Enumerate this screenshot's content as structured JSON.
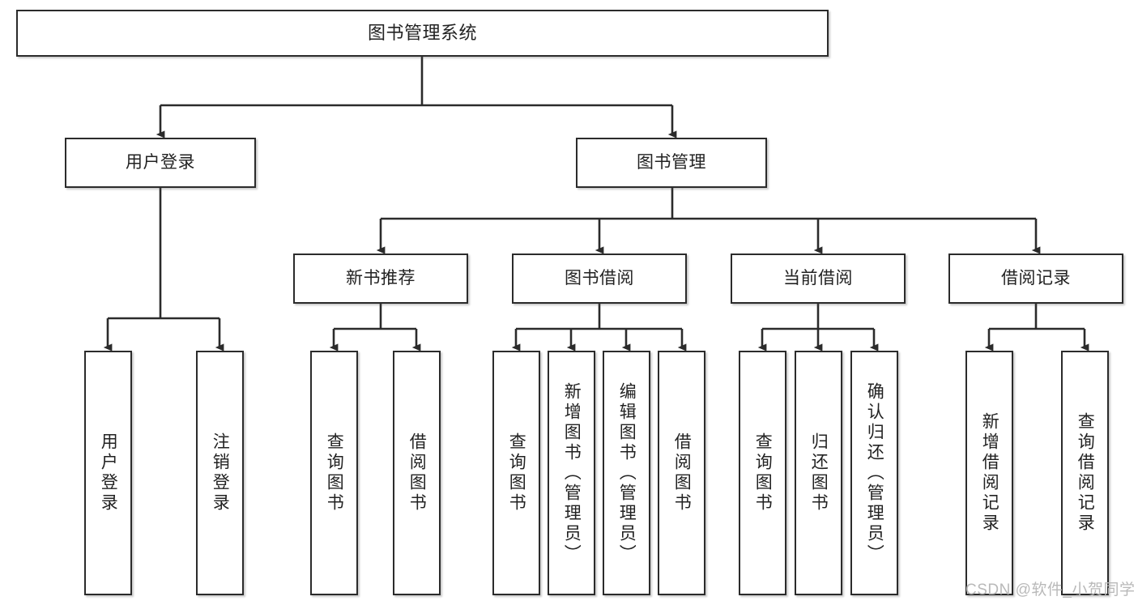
{
  "diagram": {
    "type": "hierarchy-tree",
    "title": "图书管理系统",
    "watermark": "CSDN @软件_小贺同学",
    "colors": {
      "stroke": "#2b2b2b",
      "fill": "#ffffff",
      "text": "#222222",
      "watermark": "#b9b9b9"
    },
    "nodes": {
      "root": {
        "label": "图书管理系统"
      },
      "level2": [
        {
          "id": "user-login",
          "label": "用户登录"
        },
        {
          "id": "book-manage",
          "label": "图书管理"
        }
      ],
      "level3": [
        {
          "id": "new-book-recommend",
          "label": "新书推荐"
        },
        {
          "id": "book-borrow",
          "label": "图书借阅"
        },
        {
          "id": "current-borrow",
          "label": "当前借阅"
        },
        {
          "id": "borrow-record",
          "label": "借阅记录"
        }
      ],
      "leaves": {
        "user-login": [
          {
            "id": "leaf-user-login",
            "label": "用户登录"
          },
          {
            "id": "leaf-logout",
            "label": "注销登录"
          }
        ],
        "new-book-recommend": [
          {
            "id": "leaf-query-book-1",
            "label": "查询图书"
          },
          {
            "id": "leaf-borrow-book-1",
            "label": "借阅图书"
          }
        ],
        "book-borrow": [
          {
            "id": "leaf-query-book-2",
            "label": "查询图书"
          },
          {
            "id": "leaf-add-book",
            "label": "新增图书（管理员）"
          },
          {
            "id": "leaf-edit-book",
            "label": "编辑图书（管理员）"
          },
          {
            "id": "leaf-borrow-book-2",
            "label": "借阅图书"
          }
        ],
        "current-borrow": [
          {
            "id": "leaf-query-book-3",
            "label": "查询图书"
          },
          {
            "id": "leaf-return-book",
            "label": "归还图书"
          },
          {
            "id": "leaf-confirm-return",
            "label": "确认归还（管理员）"
          }
        ],
        "borrow-record": [
          {
            "id": "leaf-add-record",
            "label": "新增借阅记录"
          },
          {
            "id": "leaf-query-record",
            "label": "查询借阅记录"
          }
        ]
      }
    }
  }
}
